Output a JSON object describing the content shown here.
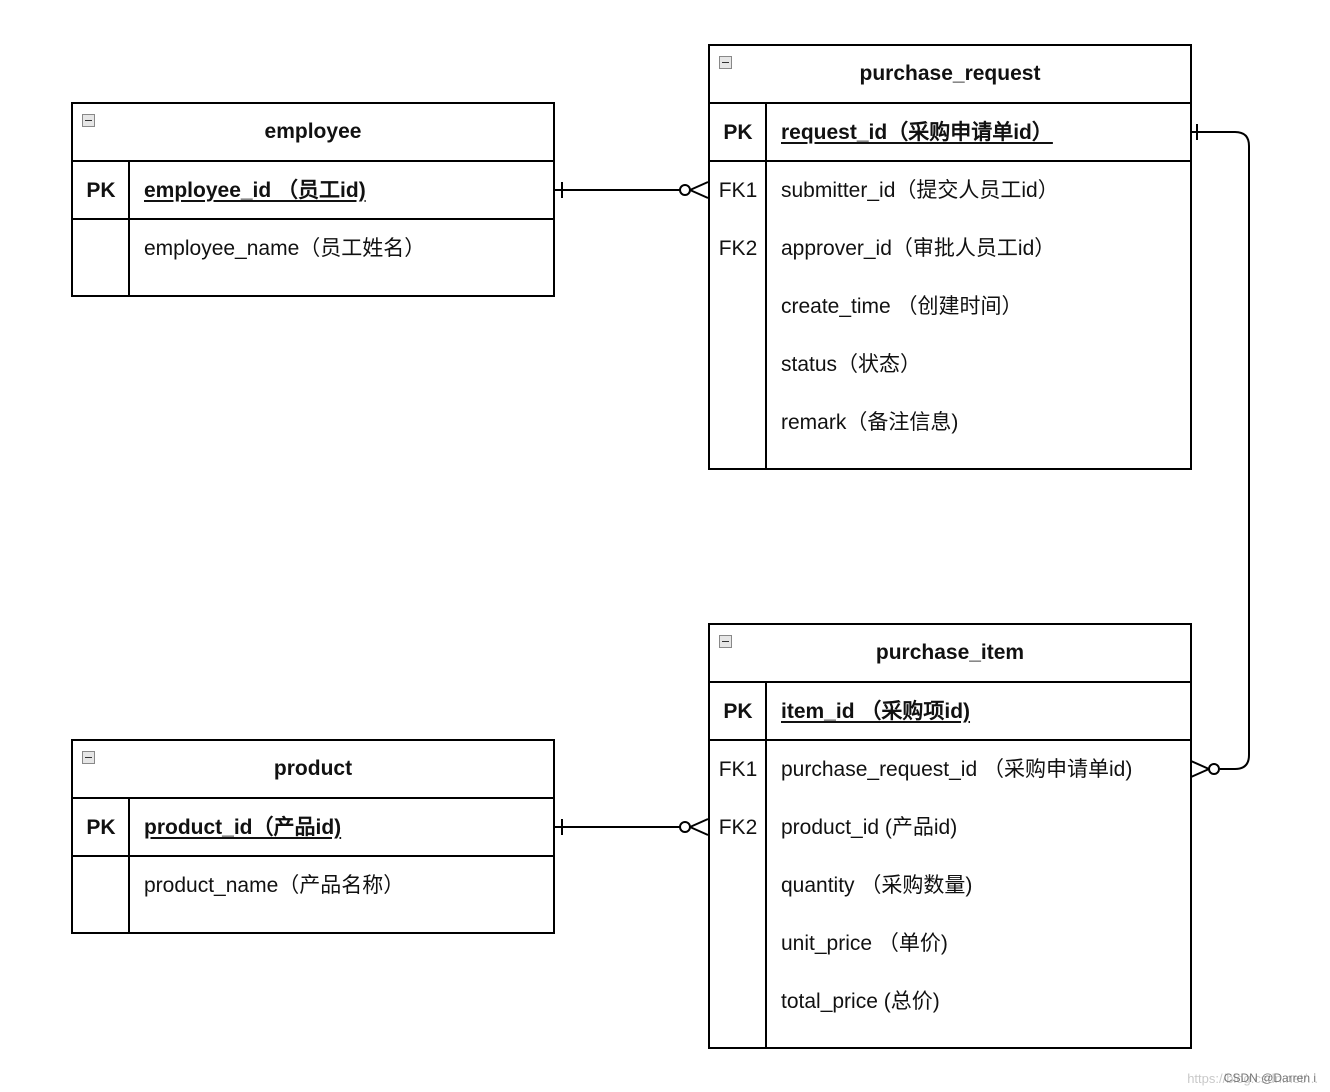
{
  "employee": {
    "title": "employee",
    "pk_key": "PK",
    "pk_attr": "employee_id （员工id)",
    "attrs": [
      "employee_name（员工姓名）"
    ]
  },
  "purchase_request": {
    "title": "purchase_request",
    "pk_key": "PK",
    "pk_attr": "request_id（采购申请单id）",
    "fk1": "FK1",
    "fk2": "FK2",
    "attrs": [
      "submitter_id（提交人员工id）",
      "approver_id（审批人员工id）",
      "create_time （创建时间）",
      "status（状态）",
      "remark（备注信息)"
    ]
  },
  "product": {
    "title": "product",
    "pk_key": "PK",
    "pk_attr": "product_id（产品id)",
    "attrs": [
      "product_name（产品名称）"
    ]
  },
  "purchase_item": {
    "title": "purchase_item",
    "pk_key": "PK",
    "pk_attr": "item_id （采购项id)",
    "fk1": "FK1",
    "fk2": "FK2",
    "attrs": [
      "purchase_request_id （采购申请单id)",
      "product_id (产品id)",
      "quantity （采购数量)",
      "unit_price （单价)",
      "total_price (总价)"
    ]
  },
  "watermark": {
    "url": "https://blog.csdn.net/...",
    "credit": "CSDN @Darren i"
  }
}
